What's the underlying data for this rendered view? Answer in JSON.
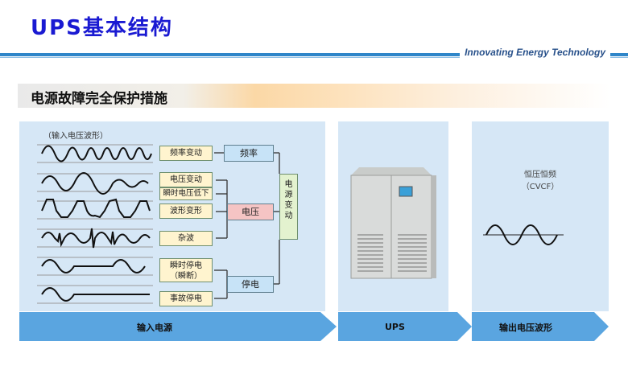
{
  "header": {
    "title": "UPS基本结构",
    "tagline": "Innovating Energy Technology"
  },
  "banner": {
    "title": "电源故障完全保护措施"
  },
  "input_panel": {
    "wave_label": "（输入电压波形）",
    "disturbances": [
      "频率变动",
      "电压变动",
      "瞬时电压低下",
      "波形变形",
      "杂波",
      "瞬时停电\n（瞬断）",
      "事故停电"
    ],
    "categories": [
      "频率",
      "电压",
      "停电"
    ],
    "summary": "电源变动",
    "arrow_label": "输入电源"
  },
  "ups_panel": {
    "arrow_label": "UPS",
    "screen_color": "#3aa0d8"
  },
  "output_panel": {
    "label_line1": "恒压恒频",
    "label_line2": "（CVCF）",
    "arrow_label": "输出电压波形"
  },
  "colors": {
    "title": "#1a1ad2",
    "accent": "#2f86c9",
    "arrow": "#5aa5e0",
    "voltage_box": "#f5c4c4",
    "cat_box": "#c7e3f7",
    "small_box": "#fff4cf"
  }
}
